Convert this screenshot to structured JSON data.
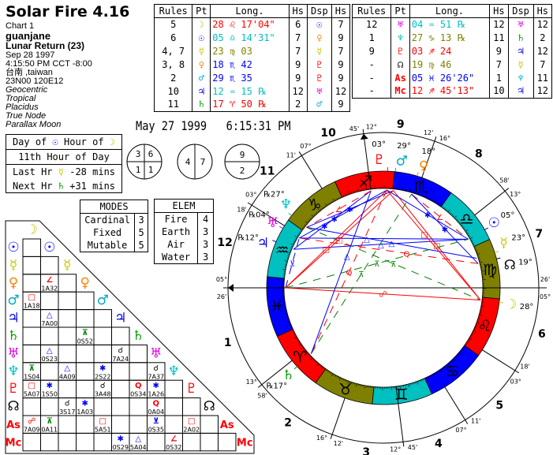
{
  "app": {
    "title": "Solar Fire 4.16"
  },
  "chart_info": {
    "chart_no": "Chart 1",
    "name": "guanjane",
    "type": "Lunar Return (23)",
    "date": "Sep 28 1997",
    "time": "4:15:50 PM  CCT -8:00",
    "place": "台南 ,taiwan",
    "coords": "23N00 120E12",
    "settings": [
      "Geocentric",
      "Tropical",
      "Placidus",
      "True Node",
      "Parallax Moon"
    ]
  },
  "current_datetime": "May 27 1999   6:15:31 PM",
  "glyphs": {
    "moon": "☽",
    "sun": "☉",
    "mercury": "☿",
    "venus": "♀",
    "mars": "♂",
    "jupiter": "♃",
    "saturn": "♄",
    "uranus": "♅",
    "neptune": "♆",
    "pluto": "♇",
    "node": "☊",
    "as": "As",
    "mc": "Mc"
  },
  "colors": {
    "moon": "#c8c800",
    "sun": "#0000ff",
    "mercury": "#c8c800",
    "venus": "#ff8000",
    "mars": "#00a8c8",
    "jupiter": "#0000e0",
    "saturn": "#00a000",
    "uranus": "#e000e0",
    "neptune": "#00c0c0",
    "pluto": "#ff0000",
    "node": "#000000",
    "as": "#ff0000",
    "mc": "#ff0000",
    "fire": "#ff0000",
    "earth": "#808000",
    "air": "#00c0c0",
    "water": "#0000ff"
  },
  "planet_table": {
    "headers": [
      "Rules",
      "Pt",
      "Long.",
      "Hs",
      "Dsp",
      "Hs"
    ],
    "left": [
      {
        "rules": "5",
        "pt": "moon",
        "lon": "28 ♌ 17'04\"",
        "lon_color": "fire",
        "hs": "6",
        "dsp": "sun",
        "hs2": "7"
      },
      {
        "rules": "6",
        "pt": "sun",
        "lon": "05 ♎ 14'31\"",
        "lon_color": "air",
        "hs": "7",
        "dsp": "venus",
        "hs2": "9"
      },
      {
        "rules": "4, 7",
        "pt": "mercury",
        "lon": "23 ♍ 03",
        "lon_color": "earth",
        "hs": "7",
        "dsp": "mercury",
        "hs2": "7"
      },
      {
        "rules": "3, 8",
        "pt": "venus",
        "lon": "18 ♏ 42",
        "lon_color": "water",
        "hs": "9",
        "dsp": "pluto",
        "hs2": "9"
      },
      {
        "rules": "2",
        "pt": "mars",
        "lon": "29 ♏ 35",
        "lon_color": "water",
        "hs": "9",
        "dsp": "pluto",
        "hs2": "9"
      },
      {
        "rules": "10",
        "pt": "jupiter",
        "lon": "12 ♒ 15 ℞",
        "lon_color": "air",
        "hs": "12",
        "dsp": "uranus",
        "hs2": "12"
      },
      {
        "rules": "11",
        "pt": "saturn",
        "lon": "17 ♈ 50 ℞",
        "lon_color": "fire",
        "hs": "2",
        "dsp": "mars",
        "hs2": "9"
      }
    ],
    "right": [
      {
        "rules": "12",
        "pt": "uranus",
        "lon": "04 ♒ 51 ℞",
        "lon_color": "air",
        "hs": "12",
        "dsp": "uranus",
        "hs2": "12"
      },
      {
        "rules": "1",
        "pt": "neptune",
        "lon": "27 ♑ 13 ℞",
        "lon_color": "earth",
        "hs": "11",
        "dsp": "saturn",
        "hs2": "2"
      },
      {
        "rules": "9",
        "pt": "pluto",
        "lon": "03 ♐ 24",
        "lon_color": "fire",
        "hs": "9",
        "dsp": "jupiter",
        "hs2": "12"
      },
      {
        "rules": "-",
        "pt": "node",
        "lon": "19 ♍ 46",
        "lon_color": "earth",
        "hs": "7",
        "dsp": "mercury",
        "hs2": "7"
      },
      {
        "rules": "-",
        "pt": "as",
        "lon": "05 ♓ 26'26\"",
        "lon_color": "water",
        "hs": "1",
        "dsp": "neptune",
        "hs2": "11"
      },
      {
        "rules": "-",
        "pt": "mc",
        "lon": "12 ♐ 45'13\"",
        "lon_color": "fire",
        "hs": "10",
        "dsp": "jupiter",
        "hs2": "12"
      }
    ]
  },
  "hour_box": {
    "day_of_label": "Day of",
    "day_ruler": "sun",
    "hour_of_label": "Hour of",
    "hour_ruler": "moon",
    "hour_of_day": "11th Hour of Day",
    "last_label": "Last Hr",
    "last_ruler": "mercury",
    "last_value": "-28 mins",
    "next_label": "Next Hr",
    "next_ruler": "saturn",
    "next_value": "+31 mins"
  },
  "hemisphere_circles": [
    {
      "q": [
        "3",
        "6",
        "1",
        "1"
      ]
    },
    {
      "l": "4",
      "r": "7"
    },
    {
      "t": "9",
      "b": "2"
    }
  ],
  "modes": {
    "title": "MODES",
    "rows": [
      [
        "Cardinal",
        "3"
      ],
      [
        "Fixed",
        "5"
      ],
      [
        "Mutable",
        "5"
      ]
    ]
  },
  "elements": {
    "title": "ELEM",
    "rows": [
      [
        "Fire",
        "4"
      ],
      [
        "Earth",
        "3"
      ],
      [
        "Air",
        "3"
      ],
      [
        "Water",
        "3"
      ]
    ]
  },
  "aspect_grid": {
    "order": [
      "moon",
      "sun",
      "mercury",
      "venus",
      "mars",
      "jupiter",
      "saturn",
      "uranus",
      "neptune",
      "pluto",
      "node",
      "as",
      "mc"
    ],
    "aspects": [
      {
        "row": "venus",
        "col": "sun",
        "type": "semisquare",
        "orb": "1A32"
      },
      {
        "row": "mars",
        "col": "moon",
        "type": "square",
        "orb": "1A18"
      },
      {
        "row": "jupiter",
        "col": "sun",
        "type": "trine",
        "orb": "7A00"
      },
      {
        "row": "saturn",
        "col": "venus",
        "type": "quincunx",
        "orb": "0S52"
      },
      {
        "row": "uranus",
        "col": "sun",
        "type": "trine",
        "orb": "0S23"
      },
      {
        "row": "uranus",
        "col": "jupiter",
        "type": "conjunction",
        "orb": "7A24"
      },
      {
        "row": "neptune",
        "col": "moon",
        "type": "quincunx",
        "orb": "1S04"
      },
      {
        "row": "neptune",
        "col": "mercury",
        "type": "trine",
        "orb": "4A09"
      },
      {
        "row": "neptune",
        "col": "mars",
        "type": "sextile",
        "orb": "2S22"
      },
      {
        "row": "neptune",
        "col": "uranus",
        "type": "conjunction",
        "orb": "7A37"
      },
      {
        "row": "pluto",
        "col": "moon",
        "type": "square",
        "orb": "5A07"
      },
      {
        "row": "pluto",
        "col": "sun",
        "type": "sextile",
        "orb": "1S50"
      },
      {
        "row": "pluto",
        "col": "mars",
        "type": "conjunction",
        "orb": "3A48"
      },
      {
        "row": "pluto",
        "col": "saturn",
        "type": "quintile",
        "orb": "0S34"
      },
      {
        "row": "pluto",
        "col": "uranus",
        "type": "sextile",
        "orb": "1A26"
      },
      {
        "row": "node",
        "col": "mercury",
        "type": "conjunction",
        "orb": "3S17"
      },
      {
        "row": "node",
        "col": "venus",
        "type": "sextile",
        "orb": "1A03"
      },
      {
        "row": "node",
        "col": "uranus",
        "type": "quintile",
        "orb": "0A04"
      },
      {
        "row": "as",
        "col": "moon",
        "type": "opposition",
        "orb": "7A09"
      },
      {
        "row": "as",
        "col": "sun",
        "type": "quincunx",
        "orb": "0A11"
      },
      {
        "row": "as",
        "col": "mars",
        "type": "square",
        "orb": "5A51"
      },
      {
        "row": "as",
        "col": "uranus",
        "type": "semisextile",
        "orb": "0S35"
      },
      {
        "row": "as",
        "col": "pluto",
        "type": "square",
        "orb": "2A02"
      },
      {
        "row": "mc",
        "col": "jupiter",
        "type": "sextile",
        "orb": "0S29"
      },
      {
        "row": "mc",
        "col": "saturn",
        "type": "trine",
        "orb": "5A04"
      },
      {
        "row": "mc",
        "col": "neptune",
        "type": "semisquare",
        "orb": "0S32"
      }
    ],
    "aspect_glyphs": {
      "conjunction": "☌",
      "opposition": "☍",
      "square": "□",
      "trine": "△",
      "sextile": "✱",
      "quincunx": "⊼",
      "semisquare": "∠",
      "quintile": "Q",
      "semisextile": "⊻"
    },
    "aspect_colors": {
      "conjunction": "#000000",
      "opposition": "#ff0000",
      "square": "#ff0000",
      "trine": "#0000ff",
      "sextile": "#0000ff",
      "quincunx": "#008000",
      "semisquare": "#ff0000",
      "quintile": "#ff0000",
      "semisextile": "#0000ff"
    }
  },
  "wheel": {
    "ascendant": 335.44,
    "signs": [
      "♈",
      "♉",
      "♊",
      "♋",
      "♌",
      "♍",
      "♎",
      "♏",
      "♐",
      "♑",
      "♒",
      "♓"
    ],
    "sign_elements": [
      "fire",
      "earth",
      "air",
      "water",
      "fire",
      "earth",
      "air",
      "water",
      "fire",
      "earth",
      "air",
      "water"
    ],
    "cusps": [
      {
        "house": "1",
        "lon": 335.44,
        "deg": "05°",
        "min": "26'"
      },
      {
        "house": "2",
        "lon": 13.97,
        "deg": "13°",
        "min": "58'"
      },
      {
        "house": "3",
        "lon": 46.2,
        "deg": "16°",
        "min": "12'"
      },
      {
        "house": "4",
        "lon": 72.75,
        "deg": "12°",
        "min": "45'"
      },
      {
        "house": "5",
        "lon": 97.18,
        "deg": "07°",
        "min": "11'"
      },
      {
        "house": "6",
        "lon": 123.3,
        "deg": "03°",
        "min": "18'"
      },
      {
        "house": "7",
        "lon": 155.44,
        "deg": "05°",
        "min": "26'"
      },
      {
        "house": "8",
        "lon": 193.97,
        "deg": "13°",
        "min": "58'"
      },
      {
        "house": "9",
        "lon": 226.2,
        "deg": "16°",
        "min": "12'"
      },
      {
        "house": "10",
        "lon": 252.75,
        "deg": "12°",
        "min": "45'"
      },
      {
        "house": "11",
        "lon": 277.18,
        "deg": "07°",
        "min": "11'"
      },
      {
        "house": "12",
        "lon": 303.3,
        "deg": "03°",
        "min": "18'"
      }
    ],
    "planets": [
      {
        "id": "moon",
        "lon": 148.28,
        "label": "28°",
        "rx": false
      },
      {
        "id": "sun",
        "lon": 185.24,
        "label": "05°",
        "rx": false
      },
      {
        "id": "mercury",
        "lon": 173.05,
        "label": "23°",
        "rx": false
      },
      {
        "id": "venus",
        "lon": 228.7,
        "label": "18°",
        "rx": false
      },
      {
        "id": "mars",
        "lon": 239.58,
        "label": "29°",
        "rx": false
      },
      {
        "id": "jupiter",
        "lon": 312.25,
        "label": "12°",
        "rx": true
      },
      {
        "id": "saturn",
        "lon": 17.83,
        "label": "17°",
        "rx": true
      },
      {
        "id": "uranus",
        "lon": 304.85,
        "label": "04°",
        "rx": true
      },
      {
        "id": "neptune",
        "lon": 297.22,
        "label": "27°",
        "rx": true
      },
      {
        "id": "pluto",
        "lon": 243.4,
        "label": "03°",
        "rx": false
      },
      {
        "id": "node",
        "lon": 169.77,
        "label": "19°",
        "rx": false
      }
    ],
    "rx_symbol": "℞"
  }
}
